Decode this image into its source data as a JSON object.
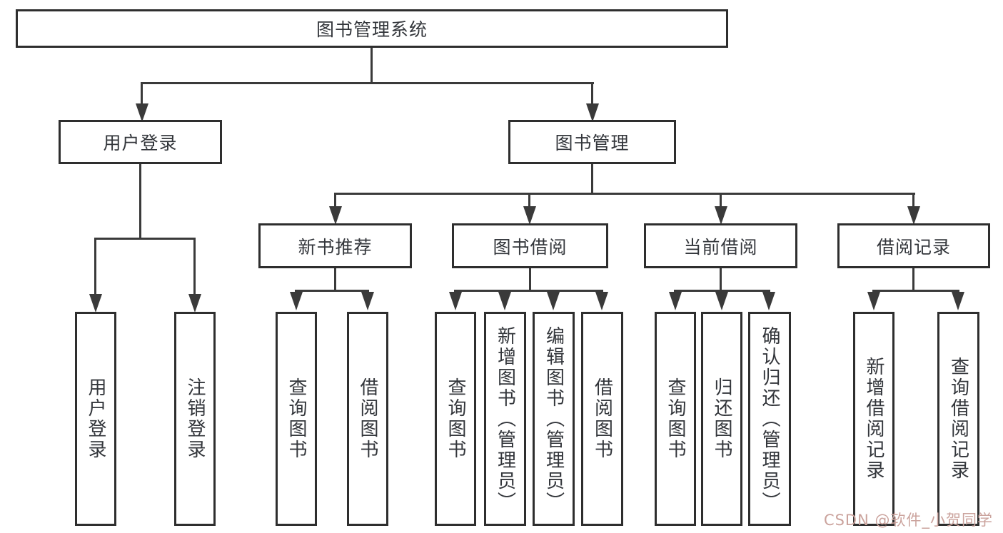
{
  "tree": {
    "root": "图书管理系统",
    "branches": [
      {
        "label": "用户登录",
        "leaves": [
          "用户登录",
          "注销登录"
        ]
      },
      {
        "label": "图书管理",
        "groups": [
          {
            "label": "新书推荐",
            "leaves": [
              "查询图书",
              "借阅图书"
            ]
          },
          {
            "label": "图书借阅",
            "leaves": [
              "查询图书",
              "新增图书（管理员）",
              "编辑图书（管理员）",
              "借阅图书"
            ]
          },
          {
            "label": "当前借阅",
            "leaves": [
              "查询图书",
              "归还图书",
              "确认归还（管理员）"
            ]
          },
          {
            "label": "借阅记录",
            "leaves": [
              "新增借阅记录",
              "查询借阅记录"
            ]
          }
        ]
      }
    ]
  },
  "watermark": {
    "text": "CSDN @软件_小贺同学",
    "color": "#cba39d"
  },
  "colors": {
    "line": "#3a3a3a",
    "border": "#2e2e2e",
    "text": "#33363b",
    "background": "#ffffff"
  }
}
